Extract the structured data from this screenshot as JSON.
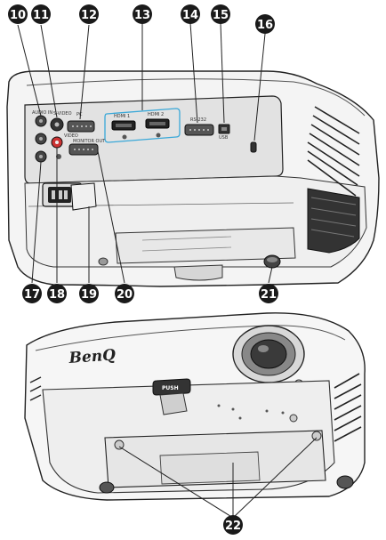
{
  "callouts": {
    "c10": "10",
    "c11": "11",
    "c12": "12",
    "c13": "13",
    "c14": "14",
    "c15": "15",
    "c16": "16",
    "c17": "17",
    "c18": "18",
    "c19": "19",
    "c20": "20",
    "c21": "21",
    "c22": "22"
  },
  "port_labels": {
    "audio_in": "AUDIO IN",
    "s_video": "S-VIDEO",
    "pc": "PC",
    "hdmi1": "HDMI 1",
    "hdmi2": "HDMI 2",
    "rs232": "RS-232",
    "usb": "USB",
    "video": "VIDEO",
    "monitor_out": "MONITOR OUT"
  },
  "brand": "BenQ",
  "flush_label": "PUSH",
  "colors": {
    "badge": "#1a1a1a",
    "highlight": "#3aa8d8",
    "line": "#222222"
  }
}
